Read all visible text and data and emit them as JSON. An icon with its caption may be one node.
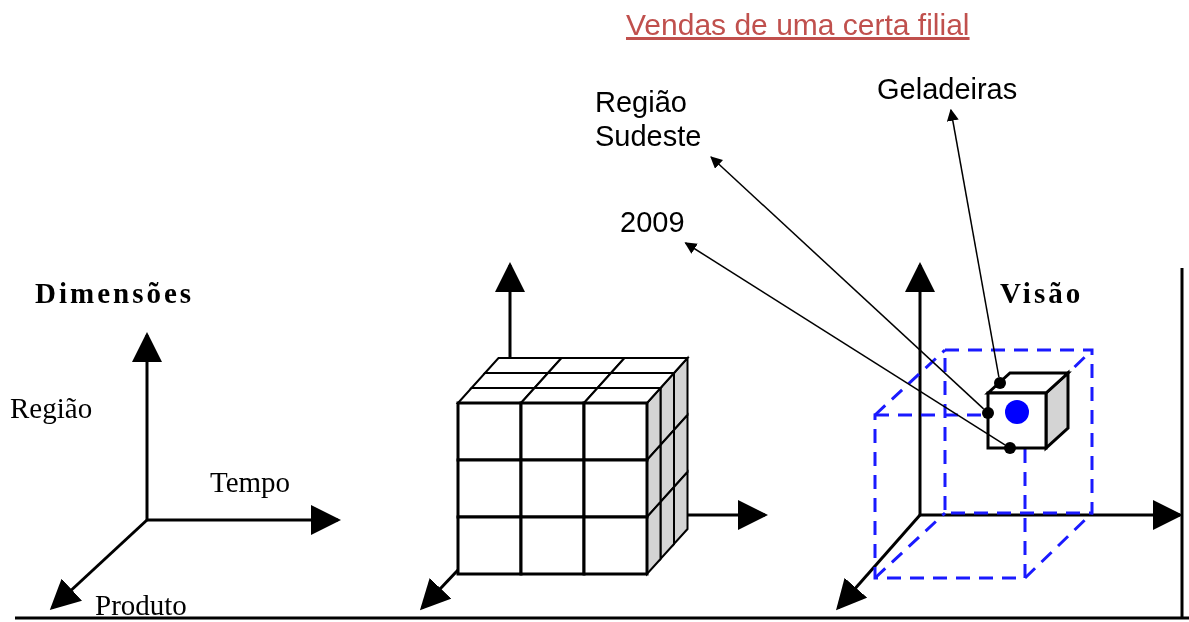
{
  "diagram": {
    "title": "Vendas de uma certa filial",
    "nodes": [
      {
        "text": [
          "Geladeiras"
        ]
      },
      {
        "text": [
          "Região Sudeste"
        ]
      },
      {
        "text": [
          "2009"
        ]
      },
      {
        "text": [],
        "shape": "circle"
      },
      {
        "text": [],
        "shape": "circle"
      },
      {
        "text": [],
        "shape": "circle"
      }
    ],
    "edges": [
      {
        "from": 3,
        "to": 0,
        "arrow": "to"
      },
      {
        "from": 4,
        "to": 1,
        "arrow": "to"
      },
      {
        "from": 5,
        "to": 2,
        "arrow": "to"
      }
    ],
    "labels": [
      "Dimensões",
      "Região",
      "Tempo",
      "Produto",
      "Visão"
    ]
  }
}
